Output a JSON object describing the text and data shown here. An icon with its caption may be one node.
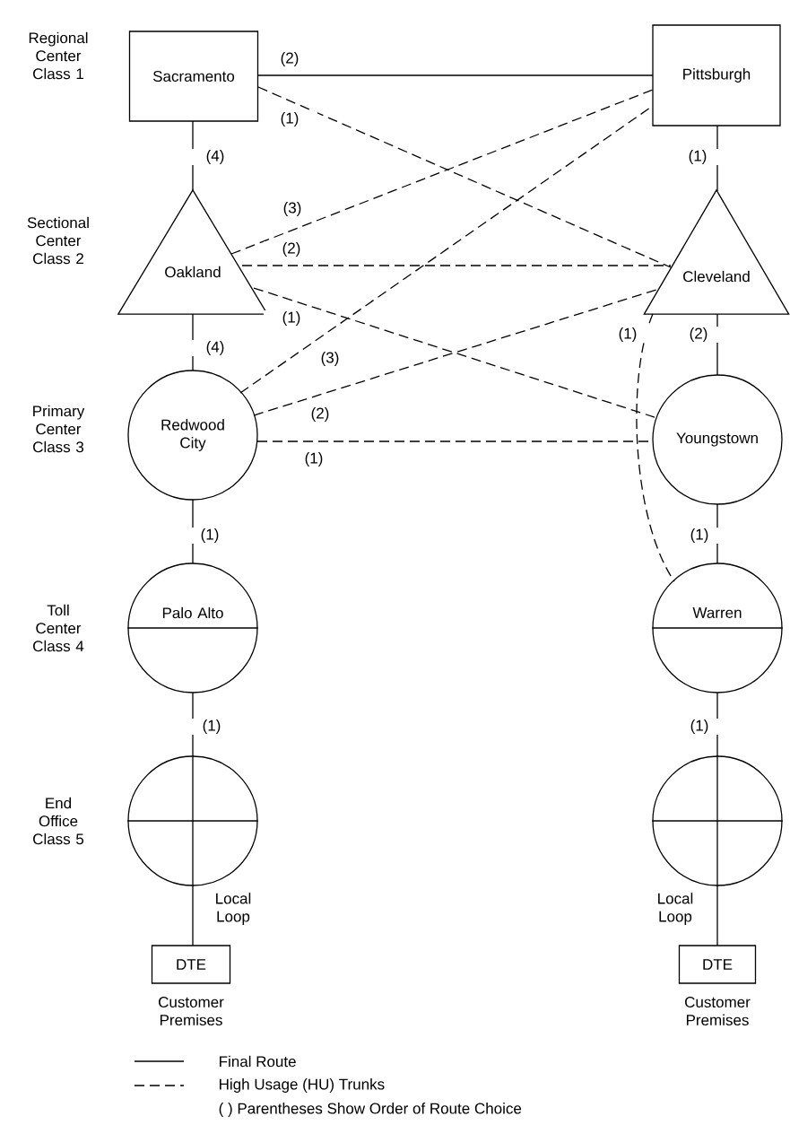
{
  "diagram": {
    "nodes": [
      {
        "text": [
          "Sacramento"
        ]
      },
      {
        "text": [
          "Pittsburgh"
        ]
      },
      {
        "text": [
          "Oakland"
        ]
      },
      {
        "text": [
          "Cleveland"
        ]
      },
      {
        "text": [
          "Redwood City"
        ]
      },
      {
        "text": [
          "Youngstown"
        ]
      },
      {
        "text": [
          "Palo Alto"
        ]
      },
      {
        "text": [
          "Warren"
        ]
      },
      {
        "text": [],
        "shape": "circle"
      },
      {
        "text": [],
        "shape": "circle"
      },
      {
        "text": [
          "DTE"
        ],
        "beside": [
          "Customer Premises"
        ]
      },
      {
        "text": [
          "DTE"
        ],
        "beside": [
          "Customer Premises"
        ]
      }
    ],
    "edges": [
      {
        "from": 0,
        "to": 1,
        "arrow": "none",
        "label": "(2)"
      },
      {
        "from": 0,
        "to": 3,
        "arrow": "none",
        "label": "(1)",
        "style": "dashed"
      },
      {
        "from": 0,
        "to": 2,
        "arrow": "none",
        "label": "(4)"
      },
      {
        "from": 1,
        "to": 3,
        "arrow": "none",
        "label": "(1)"
      },
      {
        "from": 2,
        "to": 1,
        "arrow": "none",
        "label": "(3)",
        "style": "dashed"
      },
      {
        "from": 2,
        "to": 3,
        "arrow": "none",
        "label": "(2)",
        "style": "dashed"
      },
      {
        "from": 2,
        "to": 5,
        "arrow": "none",
        "label": "(1)",
        "style": "dashed"
      },
      {
        "from": 2,
        "to": 4,
        "arrow": "none",
        "label": "(4)"
      },
      {
        "from": 4,
        "to": 1,
        "arrow": "none",
        "label": "(3)",
        "style": "dashed"
      },
      {
        "from": 4,
        "to": 3,
        "arrow": "none",
        "label": "(2)",
        "style": "dashed"
      },
      {
        "from": 4,
        "to": 5,
        "arrow": "none",
        "label": "(1)",
        "style": "dashed"
      },
      {
        "from": 3,
        "to": 5,
        "arrow": "none",
        "label": "(2)"
      },
      {
        "from": 3,
        "to": 7,
        "arrow": "none",
        "label": "(1)",
        "style": "dashed"
      },
      {
        "from": 4,
        "to": 6,
        "arrow": "none",
        "label": "(1)"
      },
      {
        "from": 5,
        "to": 7,
        "arrow": "none",
        "label": "(1)"
      },
      {
        "from": 6,
        "to": 8,
        "arrow": "none",
        "label": "(1)"
      },
      {
        "from": 7,
        "to": 9,
        "arrow": "none",
        "label": "(1)"
      },
      {
        "from": 8,
        "to": 10,
        "arrow": "none",
        "label": "Local Loop"
      },
      {
        "from": 9,
        "to": 11,
        "arrow": "none",
        "label": "Local Loop"
      }
    ],
    "labels": [
      "Regional Center Class 1",
      "Sectional Center Class 2",
      "Primary Center Class 3",
      "Toll Center Class 4",
      "End Office Class 5"
    ],
    "legend": [
      {
        "text": "Final Route"
      },
      {
        "text": "High Usage (HU) Trunks"
      },
      {
        "text": "( ) Parentheses Show Order of Route Choice"
      }
    ]
  }
}
